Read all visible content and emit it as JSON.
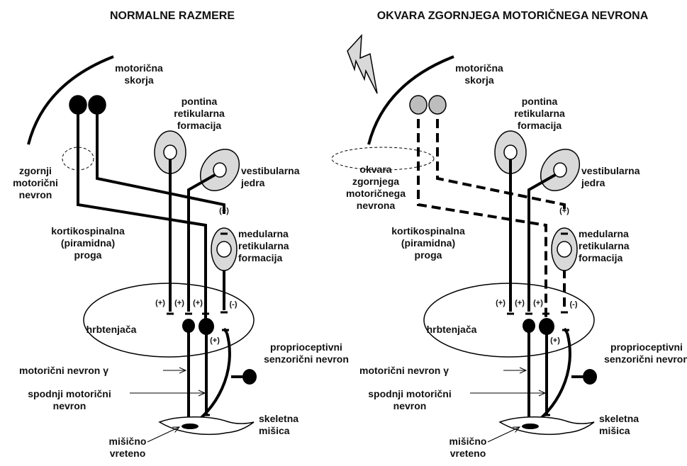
{
  "panels": [
    {
      "title": "NORMALNE RAZMERE",
      "labels": {
        "motor_cortex": [
          "motorična",
          "skorja"
        ],
        "pontine_rf": [
          "pontina",
          "retikularna",
          "formacija"
        ],
        "vestibular_nuclei": [
          "vestibularna",
          "jedra"
        ],
        "upper_motor_neuron": [
          "zgornji",
          "motorični",
          "nevron"
        ],
        "medullary_rf": [
          "medularna",
          "retikularna",
          "formacija"
        ],
        "corticospinal_tract": [
          "kortikospinalna",
          "(piramidna)",
          "proga"
        ],
        "spinal_cord": [
          "hrbtenjača"
        ],
        "proprioceptive_neuron": [
          "proprioceptivni",
          "senzorični nevron"
        ],
        "gamma_motor_neuron": [
          "motorični nevron γ"
        ],
        "lower_motor_neuron": [
          "spodnji motorični",
          "nevron"
        ],
        "skeletal_muscle": [
          "skeletna",
          "mišica"
        ],
        "muscle_spindle": [
          "mišično",
          "vreteno"
        ]
      },
      "signs": {
        "medullary_input": "(+)",
        "cord_1": "(+)",
        "cord_2": "(+)",
        "cord_3": "(+)",
        "cord_4": "(-)",
        "sensory": "(+)"
      }
    },
    {
      "title": "OKVARA ZGORNJEGA MOTORIČNEGA NEVRONA",
      "labels": {
        "motor_cortex": [
          "motorična",
          "skorja"
        ],
        "pontine_rf": [
          "pontina",
          "retikularna",
          "formacija"
        ],
        "vestibular_nuclei": [
          "vestibularna",
          "jedra"
        ],
        "upper_motor_neuron": [
          "okvara",
          "zgornjega",
          "motoričnega",
          "nevrona"
        ],
        "medullary_rf": [
          "medularna",
          "retikularna",
          "formacija"
        ],
        "corticospinal_tract": [
          "kortikospinalna",
          "(piramidna)",
          "proga"
        ],
        "spinal_cord": [
          "hrbtenjača"
        ],
        "proprioceptive_neuron": [
          "proprioceptivni",
          "senzorični nevron"
        ],
        "gamma_motor_neuron": [
          "motorični nevron γ"
        ],
        "lower_motor_neuron": [
          "spodnji motorični",
          "nevron"
        ],
        "skeletal_muscle": [
          "skeletna",
          "mišica"
        ],
        "muscle_spindle": [
          "mišično",
          "vreteno"
        ]
      },
      "signs": {
        "medullary_input": "(+)",
        "cord_1": "(+)",
        "cord_2": "(+)",
        "cord_3": "(+)",
        "cord_4": "(-)",
        "sensory": "(+)"
      }
    }
  ],
  "colors": {
    "neuron_normal": "#000000",
    "neuron_lesioned": "#bdbdbd",
    "nucleus_fill": "#d9d9d9",
    "line": "#000000"
  },
  "icons": {
    "lesion": "lightning-bolt-icon"
  }
}
